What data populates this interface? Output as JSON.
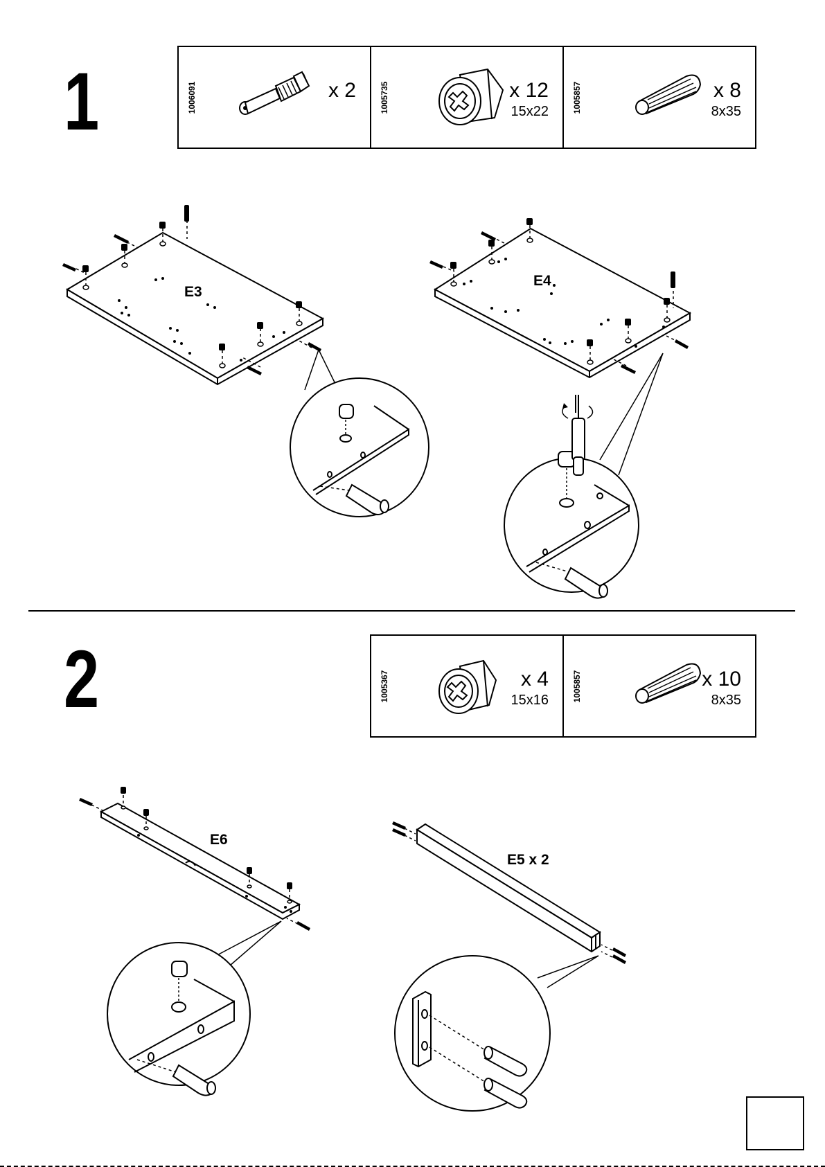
{
  "step1": {
    "number": "1",
    "hardware": [
      {
        "code": "1006091",
        "qty": "x 2",
        "size": "",
        "icon": "cam-bolt-icon"
      },
      {
        "code": "1005735",
        "qty": "x 12",
        "size": "15x22",
        "icon": "cam-lock-icon"
      },
      {
        "code": "1005857",
        "qty": "x 8",
        "size": "8x35",
        "icon": "wood-dowel-icon"
      }
    ],
    "parts": {
      "e3": "E3",
      "e4": "E4"
    }
  },
  "step2": {
    "number": "2",
    "hardware": [
      {
        "code": "1005367",
        "qty": "x 4",
        "size": "15x16",
        "icon": "cam-lock-icon"
      },
      {
        "code": "1005857",
        "qty": "x 10",
        "size": "8x35",
        "icon": "wood-dowel-icon"
      }
    ],
    "parts": {
      "e6": "E6",
      "e5": "E5 x 2"
    }
  },
  "colors": {
    "ink": "#000000",
    "paper": "#ffffff"
  }
}
